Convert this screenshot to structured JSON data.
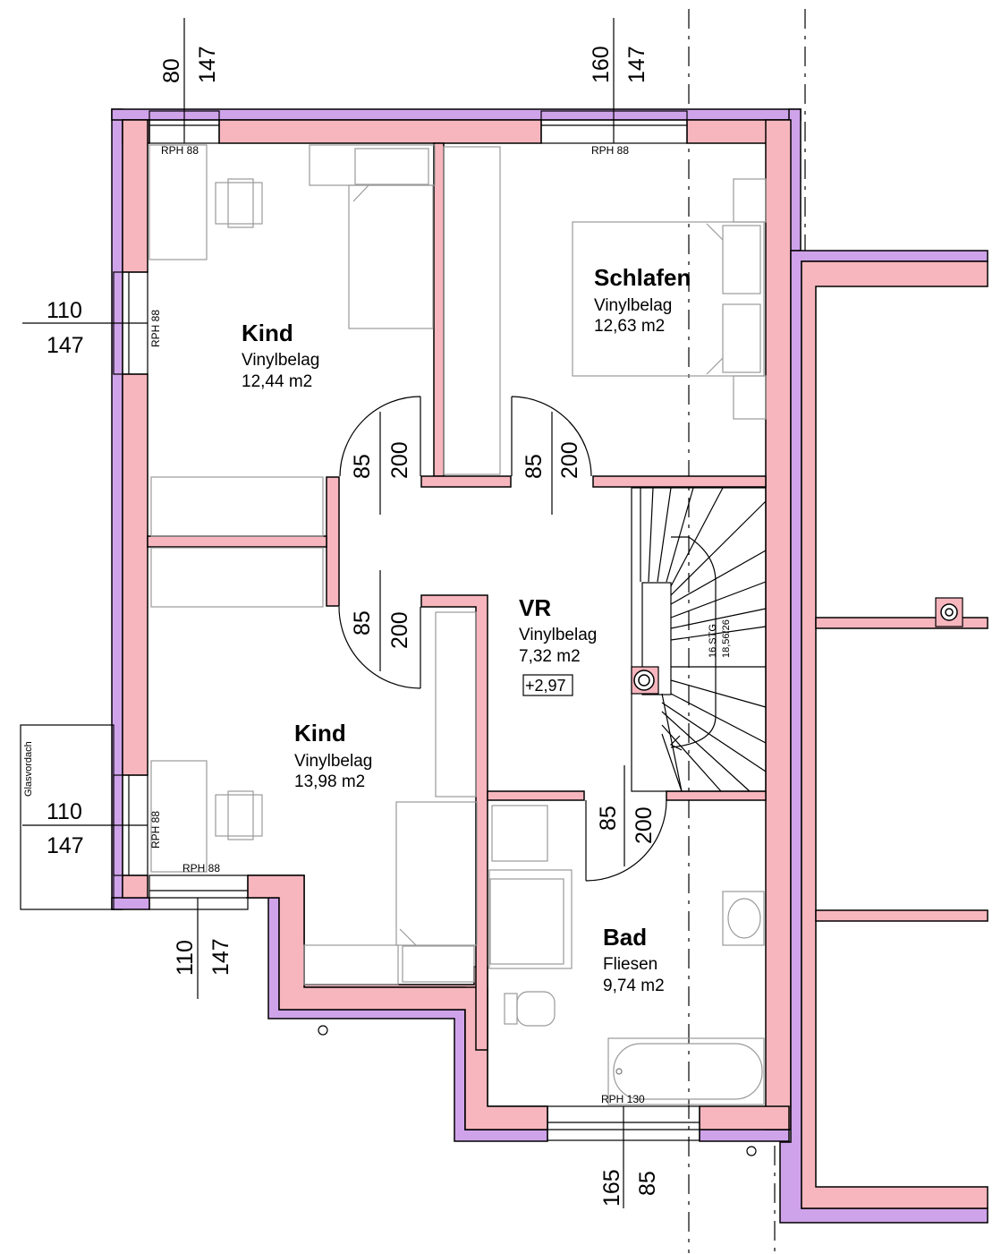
{
  "rooms": {
    "kind_top": {
      "name": "Kind",
      "floor": "Vinylbelag",
      "area": "12,44 m2"
    },
    "schlafen": {
      "name": "Schlafen",
      "floor": "Vinylbelag",
      "area": "12,63 m2"
    },
    "vr": {
      "name": "VR",
      "floor": "Vinylbelag",
      "area": "7,32 m2",
      "level": "+2,97"
    },
    "kind_bottom": {
      "name": "Kind",
      "floor": "Vinylbelag",
      "area": "13,98 m2"
    },
    "bad": {
      "name": "Bad",
      "floor": "Fliesen",
      "area": "9,74 m2"
    }
  },
  "windows": {
    "top_left": {
      "width": "80",
      "height": "147",
      "rph": "RPH 88"
    },
    "top_right": {
      "width": "160",
      "height": "147",
      "rph": "RPH 88"
    },
    "left_upper": {
      "width": "110",
      "height": "147",
      "rph": "RPH 88"
    },
    "left_lower": {
      "width": "110",
      "height": "147",
      "rph": "RPH 88"
    },
    "bottom_left": {
      "width": "110",
      "height": "147",
      "rph": "RPH 88"
    },
    "bottom_bad": {
      "width": "165",
      "height": "85",
      "rph": "RPH 130"
    }
  },
  "doors": {
    "kind_top": {
      "width": "85",
      "height": "200"
    },
    "schlafen": {
      "width": "85",
      "height": "200"
    },
    "kind_bottom": {
      "width": "85",
      "height": "200"
    },
    "bad": {
      "width": "85",
      "height": "200"
    }
  },
  "stairs": {
    "steps": "16 STG",
    "dimension": "18,56/26"
  },
  "canopy": {
    "label": "Glasvordach"
  },
  "colors": {
    "wall": "#f7b6bd",
    "insulation": "#cfa3ea",
    "furniture": "#9a9a9a"
  }
}
